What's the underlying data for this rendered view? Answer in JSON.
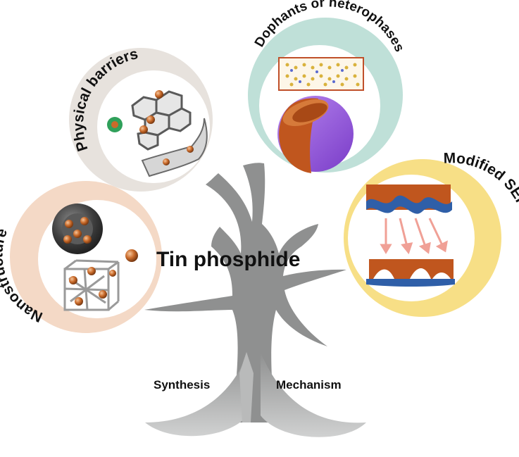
{
  "diagram": {
    "title": "Tin phosphide",
    "branches": [
      {
        "id": "nanostructure",
        "label": "Nanostructure",
        "ring_color": "#f4d9c6"
      },
      {
        "id": "physical",
        "label": "Physical barriers",
        "ring_color": "#e7e2dd"
      },
      {
        "id": "dophants",
        "label": "Dophants or heterophases",
        "ring_color": "#bfe0d8"
      },
      {
        "id": "sei",
        "label": "Modified SEI layer",
        "ring_color": "#f7df86"
      }
    ],
    "roots": {
      "left": "Synthesis",
      "right": "Mechanism"
    },
    "colors": {
      "tree": "#8f9090",
      "tree_light": "#b9baba",
      "copper": "#c96a2a",
      "blue": "#2f5fa8",
      "purple": "#9b5fe0"
    }
  }
}
